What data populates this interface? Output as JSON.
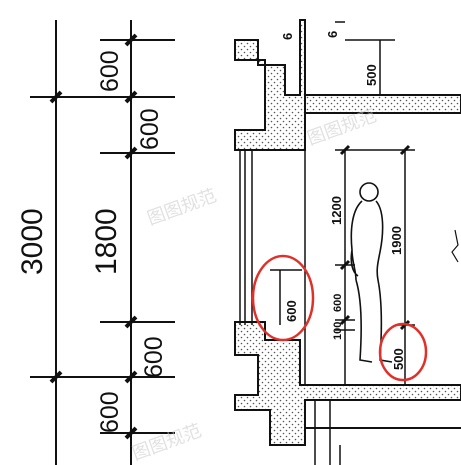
{
  "left_dims": {
    "total": "3000",
    "middle": "1800",
    "segments": [
      "600",
      "600",
      "600",
      "600"
    ]
  },
  "window_dim": "600",
  "figure_dims": {
    "head_zone": "1200",
    "eye_height": "1900",
    "sill_zone": "600",
    "base_zone": "100",
    "floor_offset": "500"
  },
  "top_labels": [
    "6",
    "6",
    "500"
  ],
  "watermark": "图图规范",
  "colors": {
    "line": "#111111",
    "highlight": "#e0302a",
    "hatch": "#555555"
  }
}
